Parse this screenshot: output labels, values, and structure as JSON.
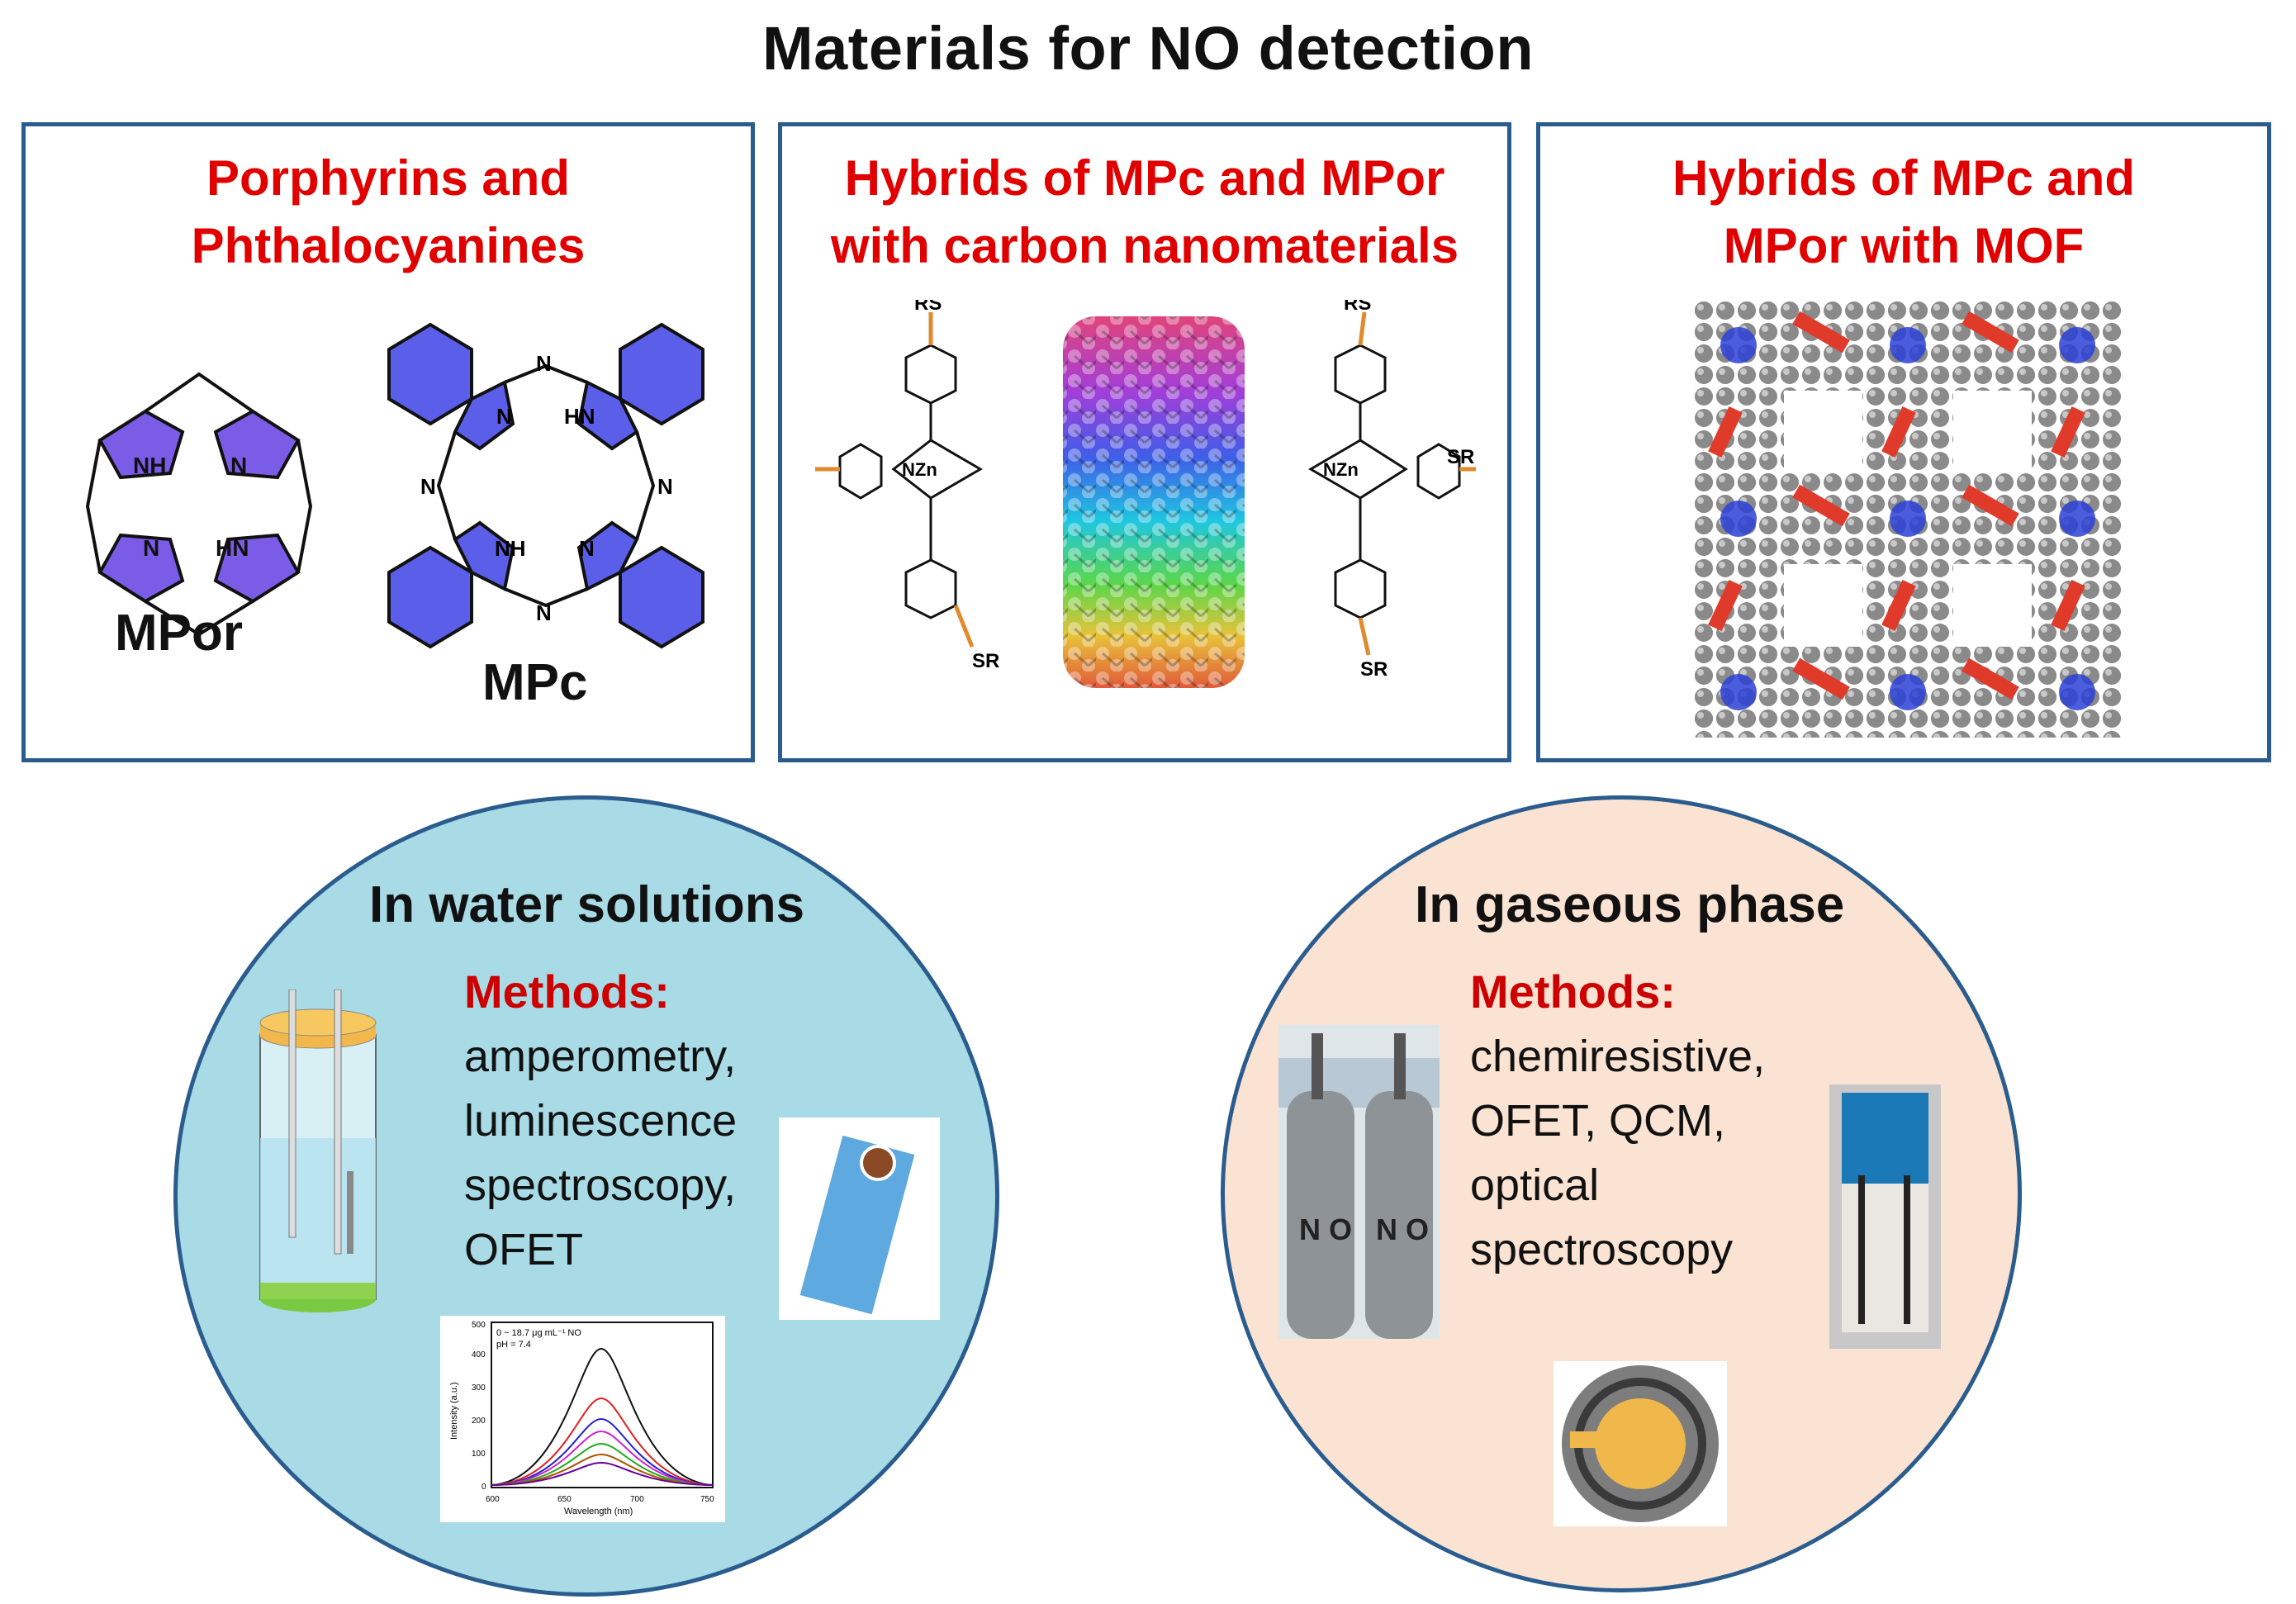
{
  "title": "Materials for NO detection",
  "panels": [
    {
      "title_lines": [
        "Porphyrins and",
        "Phthalocyanines"
      ],
      "labels": [
        "MPor",
        "MPc"
      ]
    },
    {
      "title_lines": [
        "Hybrids of MPc  and MPor",
        "with carbon nanomaterials"
      ],
      "labels": [
        "RS",
        "RS",
        "SR",
        "SR",
        "RS",
        "SR"
      ]
    },
    {
      "title_lines": [
        "Hybrids of  MPc  and",
        "MPor with MOF"
      ]
    }
  ],
  "mol_atoms": {
    "nh": "NH",
    "n": "N",
    "hn": "HN",
    "zn": "NZn",
    "zn2": "NZn"
  },
  "water": {
    "title": "In water solutions",
    "methods_label": "Methods:",
    "methods": [
      "amperometry,",
      "luminescence",
      "spectroscopy,",
      "OFET"
    ],
    "spectrum": {
      "legend_lines": [
        "0 ~ 18.7 μg mL⁻¹ NO",
        "pH = 7.4"
      ],
      "ylabel": "Intensity (a.u.)",
      "xlabel": "Wavelength (nm)",
      "yticks": [
        "0",
        "100",
        "200",
        "300",
        "400",
        "500"
      ],
      "xticks": [
        "600",
        "650",
        "700",
        "750"
      ]
    }
  },
  "gas": {
    "title": "In gaseous phase",
    "methods_label": "Methods:",
    "methods": [
      "chemiresistive,",
      "OFET, QCM,",
      "optical",
      "spectroscopy"
    ],
    "cylinder_text": [
      "N O",
      "N O"
    ]
  },
  "colors": {
    "border": "#2b5c8e",
    "red_title": "#e00000",
    "water_bg": "#a8dbe6",
    "gas_bg": "#fbe3d3",
    "ring": "#7b5ce6"
  }
}
